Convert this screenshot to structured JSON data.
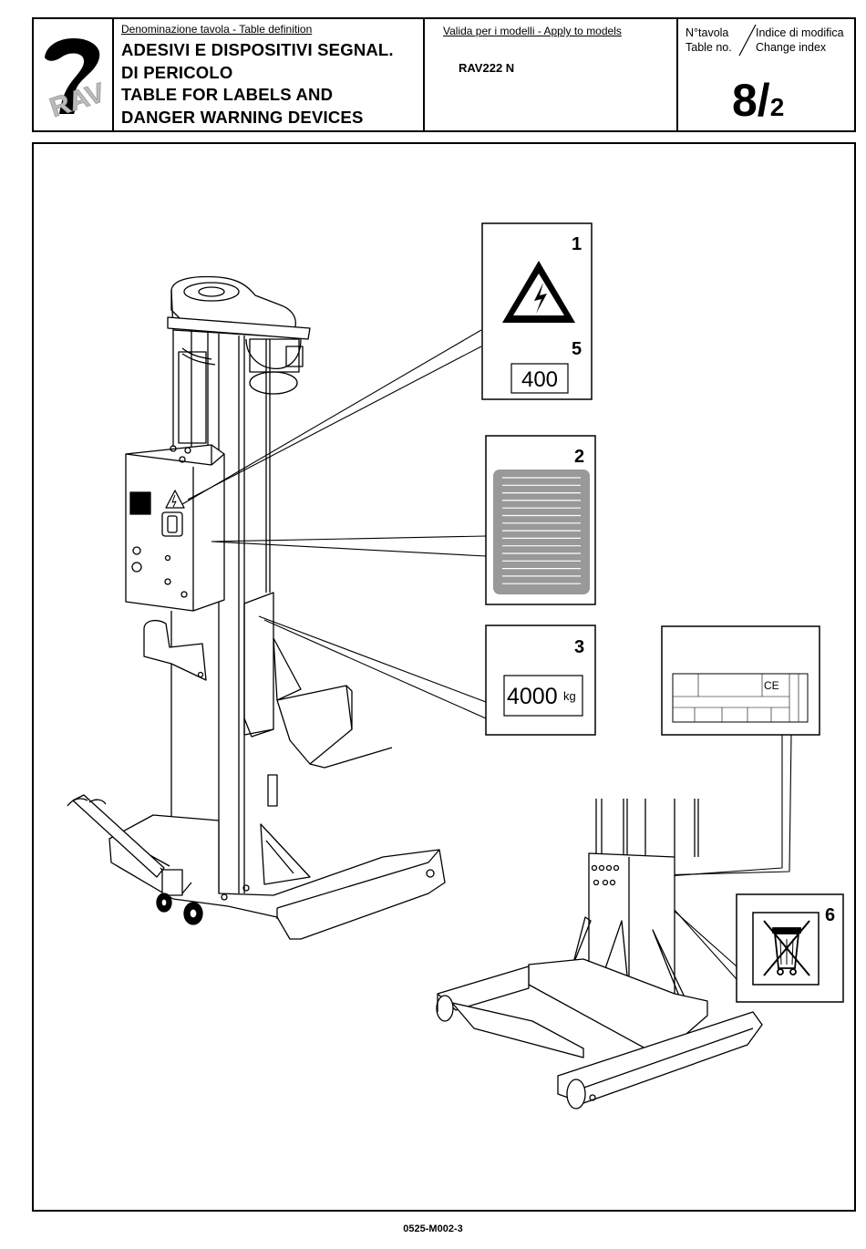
{
  "header": {
    "definition_label": "Denominazione tavola - Table definition",
    "title_lines": [
      "ADESIVI E DISPOSITIVI SEGNAL.",
      "DI PERICOLO",
      "TABLE FOR LABELS AND",
      "DANGER WARNING DEVICES"
    ],
    "models_label": "Valida per i modelli - Apply to models",
    "model": "RAV222 N",
    "table_no_label_it": "N°tavola",
    "table_no_label_en": "Table no.",
    "change_index_label_it": "Indice di modifica",
    "change_index_label_en": "Change index",
    "table_number": "8/",
    "table_index": "2",
    "logo_text": "RAV"
  },
  "labels": {
    "label1_number": "1",
    "label5_number": "5",
    "label5_value": "400",
    "label2_number": "2",
    "label3_number": "3",
    "label3_value": "4000",
    "label3_unit": "kg",
    "label6_number": "6",
    "ce_mark": "CE"
  },
  "footer": {
    "doc_code": "0525-M002-3"
  }
}
